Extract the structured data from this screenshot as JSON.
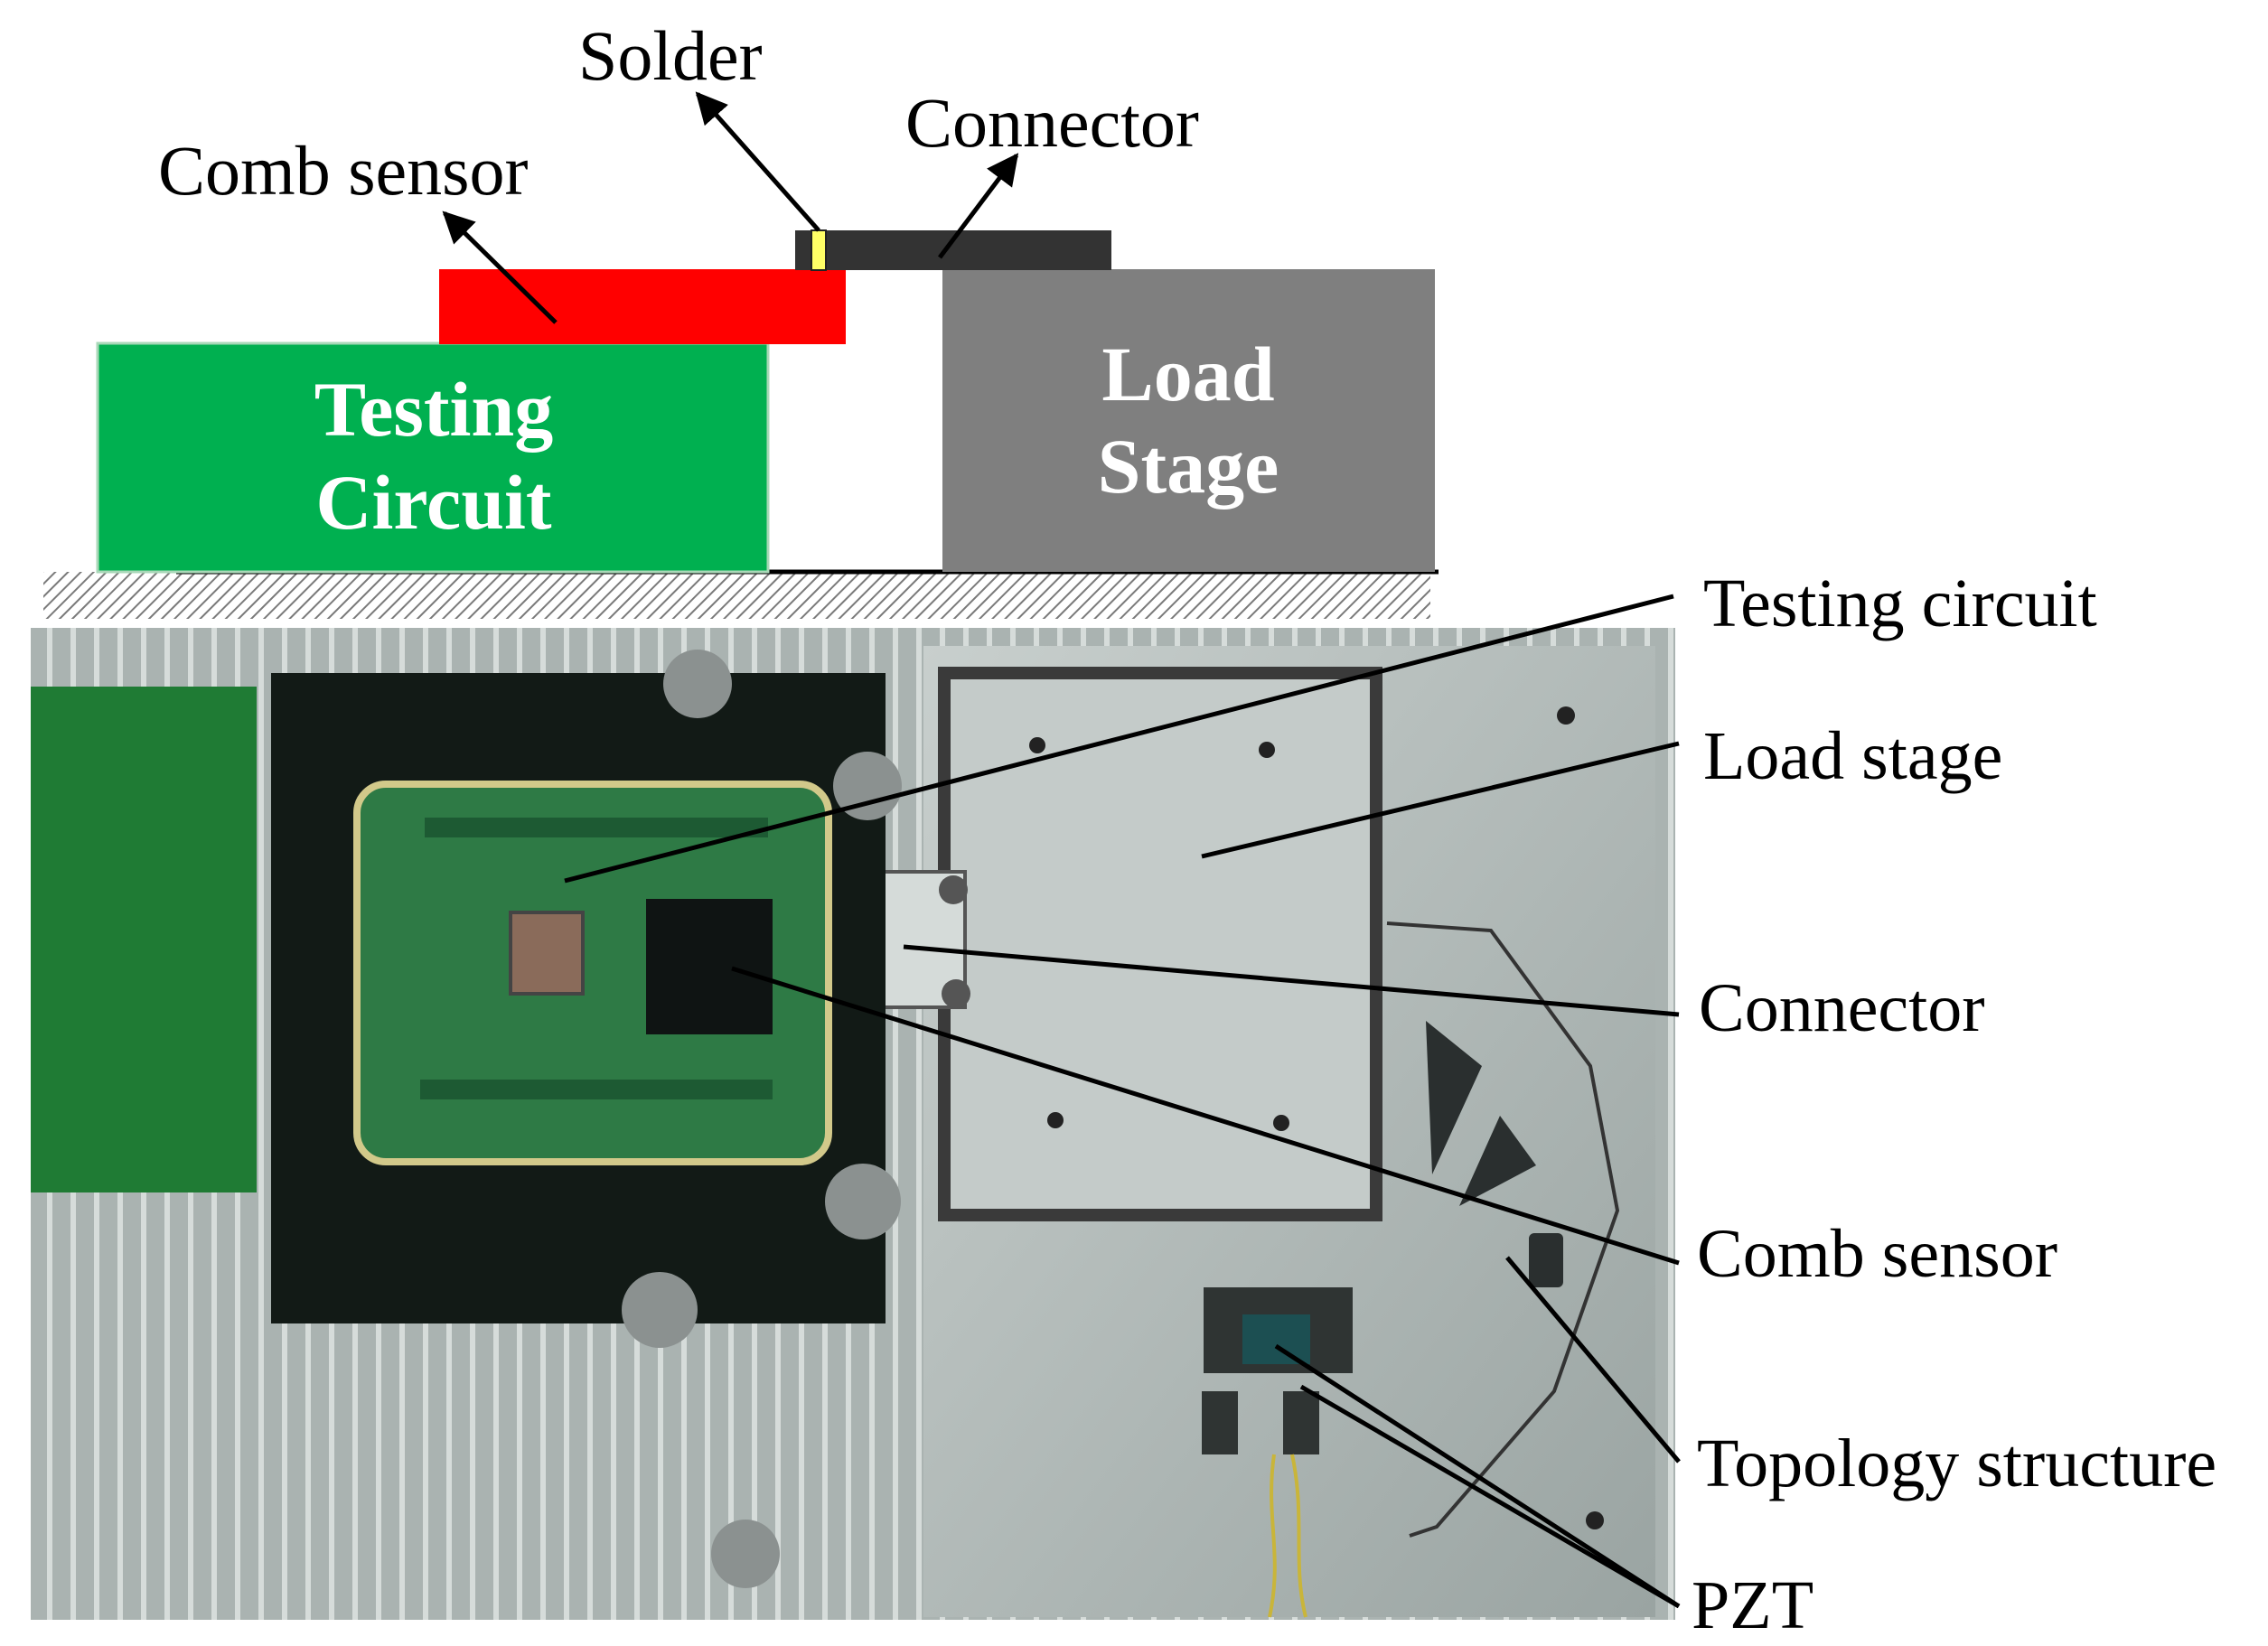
{
  "schematic": {
    "labels": {
      "solder": "Solder",
      "connector": "Connector",
      "comb_sensor": "Comb sensor"
    },
    "blocks": {
      "testing_circuit_line1": "Testing",
      "testing_circuit_line2": "Circuit",
      "load_stage_line1": "Load",
      "load_stage_line2": "Stage"
    },
    "colors": {
      "testing_circuit": "#00b050",
      "comb_sensor": "#ff0000",
      "connector": "#333333",
      "solder": "#ffff66",
      "load_stage": "#7f7f7f"
    }
  },
  "photo": {
    "callouts": [
      "Testing circuit",
      "Load stage",
      "Connector",
      "Comb sensor",
      "Topology structure",
      "PZT"
    ]
  }
}
